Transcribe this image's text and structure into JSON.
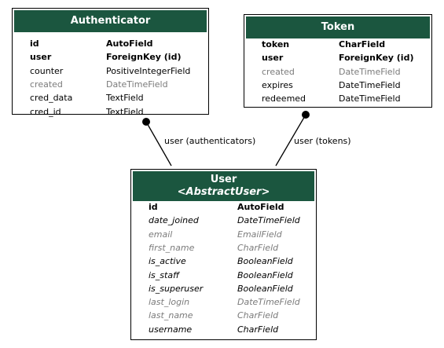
{
  "models": {
    "authenticator": {
      "title": "Authenticator",
      "fields": [
        {
          "name": "id",
          "type": "AutoField",
          "style": "bold"
        },
        {
          "name": "user",
          "type": "ForeignKey (id)",
          "style": "bold"
        },
        {
          "name": "counter",
          "type": "PositiveIntegerField",
          "style": "normal"
        },
        {
          "name": "created",
          "type": "DateTimeField",
          "style": "muted"
        },
        {
          "name": "cred_data",
          "type": "TextField",
          "style": "normal"
        },
        {
          "name": "cred_id",
          "type": "TextField",
          "style": "normal"
        }
      ]
    },
    "token": {
      "title": "Token",
      "fields": [
        {
          "name": "token",
          "type": "CharField",
          "style": "bold"
        },
        {
          "name": "user",
          "type": "ForeignKey (id)",
          "style": "bold"
        },
        {
          "name": "created",
          "type": "DateTimeField",
          "style": "muted"
        },
        {
          "name": "expires",
          "type": "DateTimeField",
          "style": "normal"
        },
        {
          "name": "redeemed",
          "type": "DateTimeField",
          "style": "normal"
        }
      ]
    },
    "user": {
      "title": "User",
      "subtitle": "<AbstractUser>",
      "fields": [
        {
          "name": "id",
          "type": "AutoField",
          "style": "bold"
        },
        {
          "name": "date_joined",
          "type": "DateTimeField",
          "style": "italic"
        },
        {
          "name": "email",
          "type": "EmailField",
          "style": "muted"
        },
        {
          "name": "first_name",
          "type": "CharField",
          "style": "muted"
        },
        {
          "name": "is_active",
          "type": "BooleanField",
          "style": "italic"
        },
        {
          "name": "is_staff",
          "type": "BooleanField",
          "style": "italic"
        },
        {
          "name": "is_superuser",
          "type": "BooleanField",
          "style": "italic"
        },
        {
          "name": "last_login",
          "type": "DateTimeField",
          "style": "muted"
        },
        {
          "name": "last_name",
          "type": "CharField",
          "style": "muted"
        },
        {
          "name": "username",
          "type": "CharField",
          "style": "italic"
        }
      ]
    }
  },
  "relations": [
    {
      "label": "user (authenticators)"
    },
    {
      "label": "user (tokens)"
    }
  ],
  "colors": {
    "header": "#1b563f",
    "muted": "#7b7b7b"
  }
}
